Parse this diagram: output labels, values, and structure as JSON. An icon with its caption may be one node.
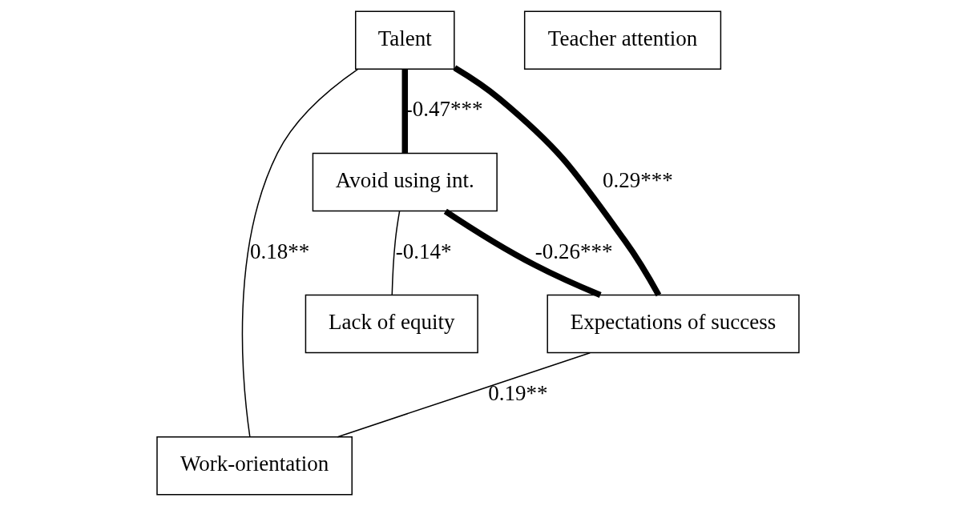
{
  "diagram": {
    "nodes": [
      {
        "text": [
          "Talent"
        ]
      },
      {
        "text": [
          "Work-orientation"
        ]
      },
      {
        "text": [
          "Avoid using int."
        ]
      },
      {
        "text": [
          "Expectations of success"
        ]
      },
      {
        "text": [
          "Lack of equity"
        ]
      },
      {
        "text": [
          "Teacher attention"
        ]
      }
    ],
    "edges": [
      {
        "from": 0,
        "to": 1,
        "arrow": "none",
        "label": "0.18**"
      },
      {
        "from": 0,
        "to": 2,
        "arrow": "none",
        "label": "-0.47***",
        "style": "thick"
      },
      {
        "from": 0,
        "to": 3,
        "arrow": "none",
        "label": "0.29***",
        "style": "thick"
      },
      {
        "from": 3,
        "to": 1,
        "arrow": "none",
        "label": "0.19**"
      },
      {
        "from": 2,
        "to": 3,
        "arrow": "none",
        "label": "-0.26***",
        "style": "thick"
      },
      {
        "from": 2,
        "to": 4,
        "arrow": "none",
        "label": "-0.14*"
      }
    ]
  }
}
